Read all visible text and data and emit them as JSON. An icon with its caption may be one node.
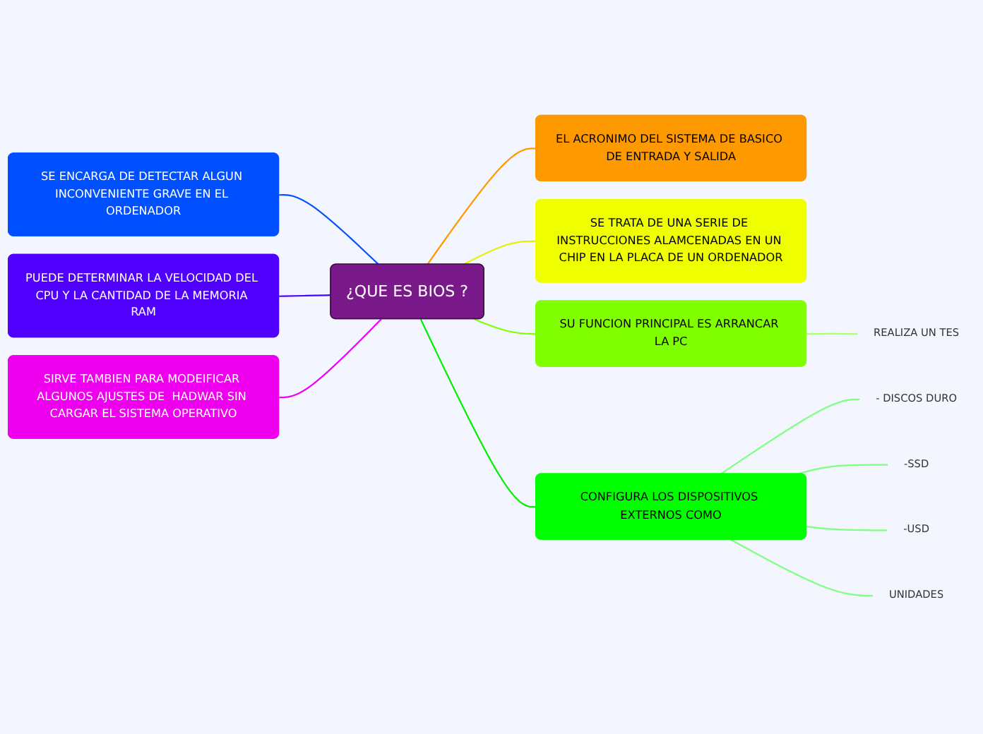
{
  "diagram": {
    "nodes": [
      {
        "text": [
          "¿QUE ES BIOS ?"
        ]
      },
      {
        "text": [
          "EL ACRONIMO DEL SISTEMA DE BASICO DE ENTRADA Y SALIDA"
        ]
      },
      {
        "text": [
          "SE TRATA DE UNA SERIE DE INSTRUCCIONES ALAMCENADAS EN UN CHIP EN LA PLACA DE UN ORDENADOR"
        ]
      },
      {
        "text": [
          "SU FUNCION PRINCIPAL ES ARRANCAR LA PC"
        ]
      },
      {
        "text": [
          "REALIZA UN TES"
        ]
      },
      {
        "text": [
          "CONFIGURA LOS DISPOSITIVOS EXTERNOS COMO"
        ]
      },
      {
        "text": [
          "- DISCOS DURO"
        ]
      },
      {
        "text": [
          "-SSD"
        ]
      },
      {
        "text": [
          "-USD"
        ]
      },
      {
        "text": [
          "UNIDADES"
        ]
      },
      {
        "text": [
          "SE ENCARGA DE DETECTAR ALGUN INCONVENIENTE GRAVE EN EL ORDENADOR"
        ]
      },
      {
        "text": [
          "PUEDE DETERMINAR LA VELOCIDAD DEL CPU Y LA CANTIDAD DE LA MEMORIA RAM"
        ]
      },
      {
        "text": [
          "SIRVE TAMBIEN PARA MODEIFICAR ALGUNOS AJUSTES DE  HADWAR SIN CARGAR EL SISTEMA OPERATIVO"
        ]
      }
    ],
    "edges": [
      {
        "from": 0,
        "to": 1,
        "arrow": "none",
        "color": "#ff9900"
      },
      {
        "from": 0,
        "to": 2,
        "arrow": "none",
        "color": "#e8f000"
      },
      {
        "from": 0,
        "to": 3,
        "arrow": "none",
        "color": "#80ff00"
      },
      {
        "from": 3,
        "to": 4,
        "arrow": "none",
        "color": "#b0ff70"
      },
      {
        "from": 0,
        "to": 5,
        "arrow": "none",
        "color": "#00ee00"
      },
      {
        "from": 5,
        "to": 6,
        "arrow": "none",
        "color": "#80ff80"
      },
      {
        "from": 5,
        "to": 7,
        "arrow": "none",
        "color": "#80ff80"
      },
      {
        "from": 5,
        "to": 8,
        "arrow": "none",
        "color": "#80ff80"
      },
      {
        "from": 5,
        "to": 9,
        "arrow": "none",
        "color": "#80ff80"
      },
      {
        "from": 10,
        "to": 0,
        "arrow": "none",
        "color": "#0050ff"
      },
      {
        "from": 11,
        "to": 0,
        "arrow": "none",
        "color": "#5000ff"
      },
      {
        "from": 12,
        "to": 0,
        "arrow": "none",
        "color": "#ee00ee"
      }
    ]
  }
}
